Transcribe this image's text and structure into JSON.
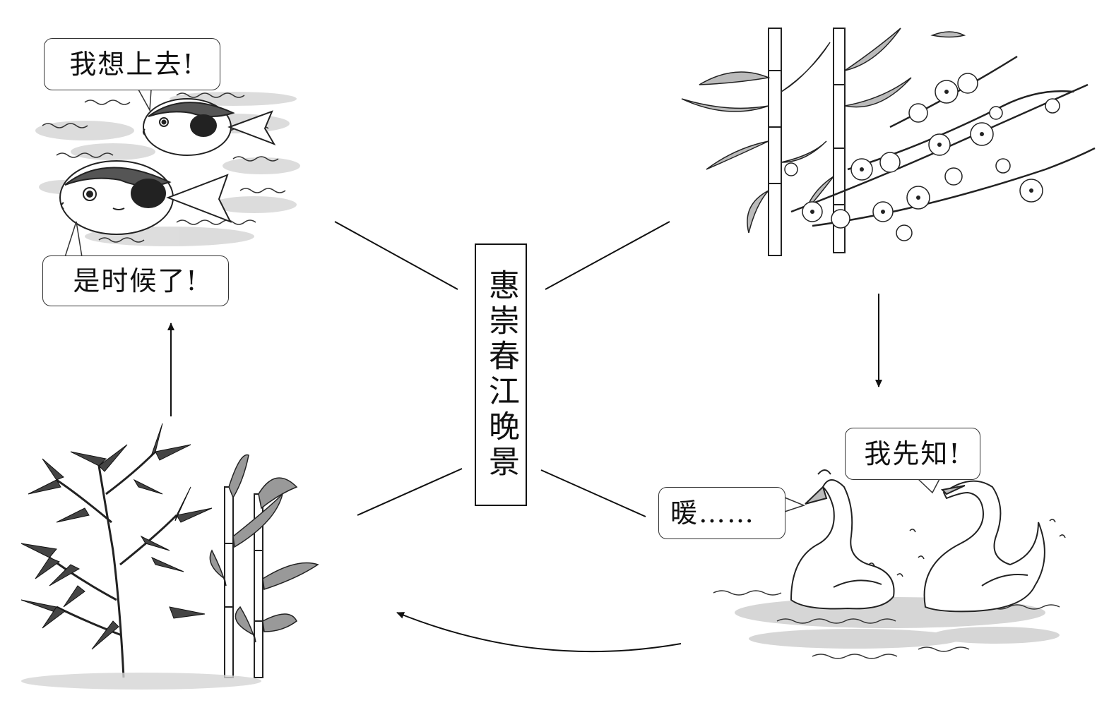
{
  "title": "惠崇春江晚景",
  "speech": {
    "fish_top": "我想上去!",
    "fish_bottom": "是时候了!",
    "swan_right": "我先知!",
    "swan_left": "暖……"
  },
  "panels": {
    "fish": {
      "icon": "puffer-fish-icon"
    },
    "bamboo_peach": {
      "icon": "bamboo-peach-blossom-icon"
    },
    "swans": {
      "icon": "swans-icon"
    },
    "reeds": {
      "icon": "reeds-icon"
    }
  }
}
